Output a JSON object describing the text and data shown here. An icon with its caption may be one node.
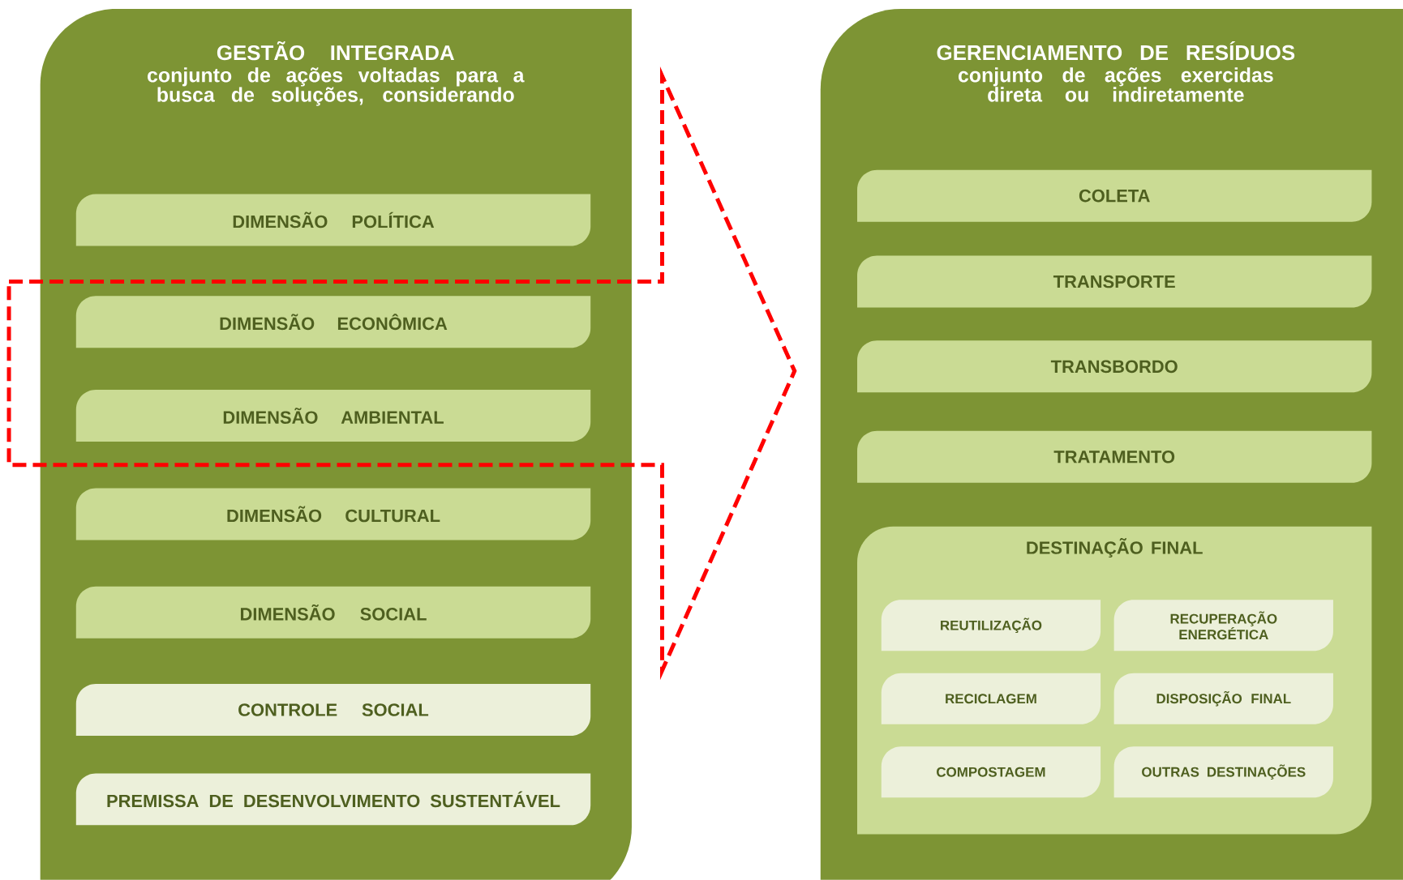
{
  "diagram": {
    "nodes": [
      {
        "text": [
          "GESTÃO INTEGRADA",
          "conjunto de ações voltadas para a busca de soluções, considerando"
        ]
      },
      {
        "text": [
          "DIMENSÃO POLÍTICA"
        ],
        "in": 0
      },
      {
        "text": [
          "DIMENSÃO ECONÔMICA"
        ],
        "in": 0
      },
      {
        "text": [
          "DIMENSÃO AMBIENTAL"
        ],
        "in": 0
      },
      {
        "text": [
          "DIMENSÃO CULTURAL"
        ],
        "in": 0
      },
      {
        "text": [
          "DIMENSÃO SOCIAL"
        ],
        "in": 0
      },
      {
        "text": [
          "CONTROLE SOCIAL"
        ],
        "in": 0
      },
      {
        "text": [
          "PREMISSA DE DESENVOLVIMENTO SUSTENTÁVEL"
        ],
        "in": 0
      },
      {
        "text": [
          "GERENCIAMENTO DE RESÍDUOS",
          "conjunto de ações exercidas direta ou indiretamente"
        ]
      },
      {
        "text": [
          "COLETA"
        ],
        "in": 8
      },
      {
        "text": [
          "TRANSPORTE"
        ],
        "in": 8
      },
      {
        "text": [
          "TRANSBORDO"
        ],
        "in": 8
      },
      {
        "text": [
          "TRATAMENTO"
        ],
        "in": 8
      },
      {
        "text": [
          "DESTINAÇÃO FINAL"
        ],
        "in": 8
      },
      {
        "text": [
          "REUTILIZAÇÃO"
        ],
        "in": 13
      },
      {
        "text": [
          "RECUPERAÇÃO ENERGÉTICA"
        ],
        "in": 13
      },
      {
        "text": [
          "RECICLAGEM"
        ],
        "in": 13
      },
      {
        "text": [
          "DISPOSIÇÃO FINAL"
        ],
        "in": 13
      },
      {
        "text": [
          "COMPOSTAGEM"
        ],
        "in": 13
      },
      {
        "text": [
          "OUTRAS DESTINAÇÕES"
        ],
        "in": 13
      }
    ]
  }
}
